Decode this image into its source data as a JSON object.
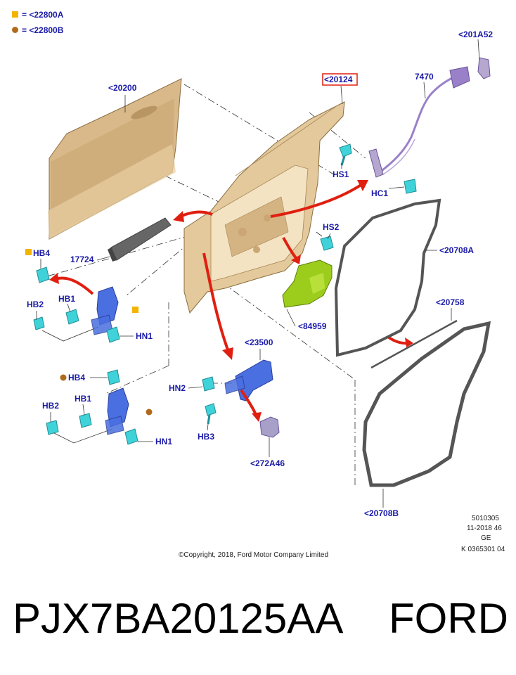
{
  "legend": {
    "square_text": "= <22800A",
    "circle_text": "= <22800B",
    "square_color": "#f2b400",
    "circle_color": "#b06a1c"
  },
  "labels": {
    "door_skin": "<20200",
    "door_frame": "<20124",
    "handle_cable": "7470",
    "lock_rod": "<201A52",
    "hs1": "HS1",
    "hc1": "HC1",
    "hs2": "HS2",
    "seal_a": "<20708A",
    "seal_b": "<20708B",
    "seal_strip": "<20758",
    "shield": "<84959",
    "check_arm": "<23500",
    "bracket": "<272A46",
    "trim_bar": "17724",
    "upper_hb4": "HB4",
    "upper_hb2": "HB2",
    "upper_hb1": "HB1",
    "upper_hn1": "HN1",
    "lower_hb4": "HB4",
    "lower_hb2": "HB2",
    "lower_hb1": "HB1",
    "lower_hn1": "HN1",
    "hn2": "HN2",
    "hb3": "HB3"
  },
  "reference": {
    "line1": "5010305",
    "line2": "11-2018 46",
    "line3": "GE",
    "line4": "K 0365301 04"
  },
  "copyright": "©Copyright, 2018, Ford Motor Company Limited",
  "part_number": "PJX7BA20125AA",
  "brand": "FORD",
  "colors": {
    "label_blue": "#1a1aa8",
    "arrow_red": "#e01f10",
    "highlight_box": "#e01f10",
    "door_tan": "#d9b98a",
    "shield_green": "#9ccd1c",
    "part_teal": "#3fd2d9",
    "part_blue": "#4a6fe0",
    "seal_gray": "#555555",
    "cable_purple": "#9a80c8"
  }
}
